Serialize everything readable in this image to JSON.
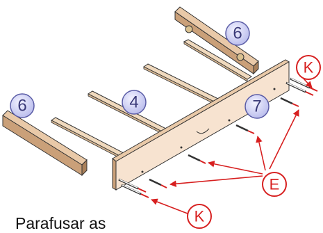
{
  "part_labels": {
    "side_panel_left": "6",
    "side_panel_right": "6",
    "slat": "4",
    "front_panel": "7"
  },
  "hardware_labels": {
    "top_right": "K",
    "bottom": "K",
    "e_fasteners": "E"
  },
  "caption": "Parafusar as",
  "colors": {
    "wood_face": "#f7e3d0",
    "wood_top": "#e9c9a8",
    "wood_dark": "#c79b6c",
    "slat": "#f0d9bd",
    "badge_fill": "#c9cbf2",
    "badge_text": "#3a3a78",
    "hardware_fill": "#ffffff",
    "hardware_stroke": "#d72020",
    "arrow": "#d72020"
  }
}
